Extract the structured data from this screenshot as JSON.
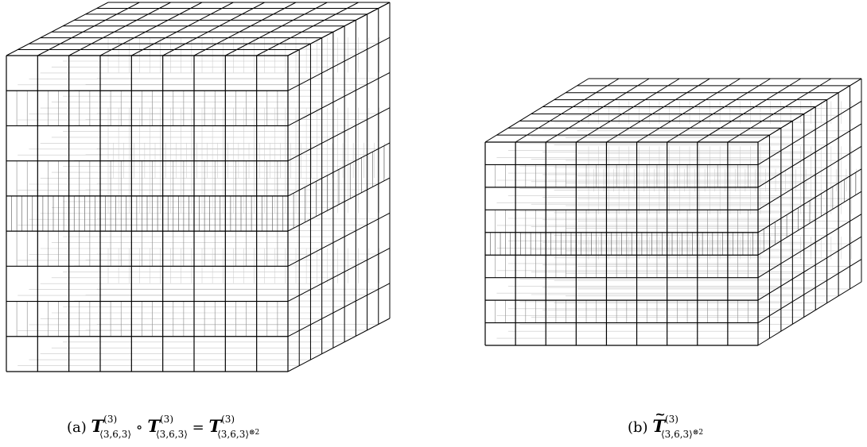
{
  "figure": {
    "subfigures": [
      {
        "key": "a",
        "caption": {
          "prefix": "(a)",
          "symbol": "T",
          "superscript": "(3)",
          "subscript_1": "⟨3,6,3⟩",
          "operator": "∘",
          "subscript_2": "⟨3,6,3⟩",
          "equals": "=",
          "subscript_3": "⟨3,6,3⟩",
          "power": "⊗2"
        },
        "grid": {
          "nx": 9,
          "ny": 9,
          "nz": 9,
          "dense_layer": 4,
          "shaded_layers": [
            1,
            3,
            5,
            7
          ]
        }
      },
      {
        "key": "b",
        "caption": {
          "prefix": "(b)",
          "symbol": "T",
          "superscript": "(3)",
          "subscript": "⟨3,6,3⟩",
          "power": "⊗2"
        },
        "grid": {
          "nx": 9,
          "ny": 9,
          "nz": 9,
          "dense_layer": 4,
          "shaded_layers": [
            1,
            3,
            5,
            7
          ]
        }
      }
    ]
  },
  "colors": {
    "primary_line": "#000000",
    "secondary_line": "#8a8a8a",
    "faint_line": "#c8c8c8"
  }
}
